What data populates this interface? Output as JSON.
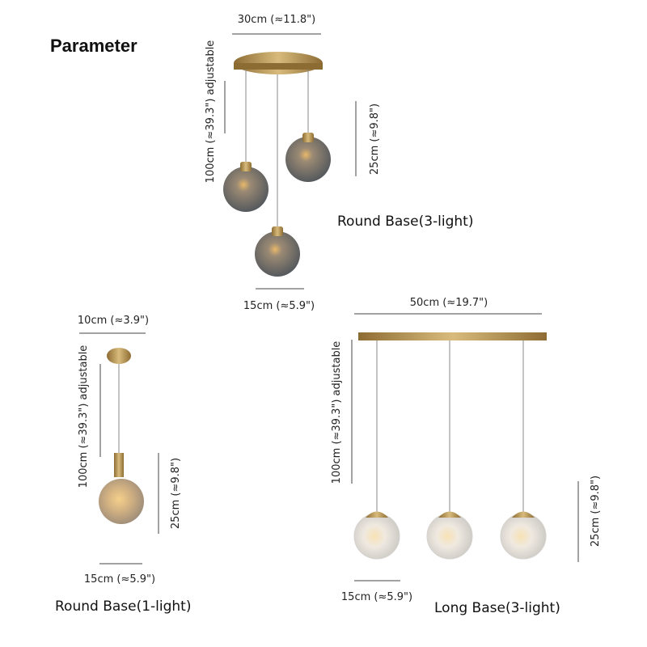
{
  "title": "Parameter",
  "round3": {
    "caption": "Round Base(3-light)",
    "width": "30cm (≈11.8\")",
    "length": "100cm (≈39.3\") adjustable",
    "height": "25cm (≈9.8\")",
    "diameter": "15cm (≈5.9\")"
  },
  "round1": {
    "caption": "Round Base(1-light)",
    "width": "10cm (≈3.9\")",
    "length": "100cm (≈39.3\") adjustable",
    "height": "25cm (≈9.8\")",
    "diameter": "15cm (≈5.9\")"
  },
  "long3": {
    "caption": "Long Base(3-light)",
    "width": "50cm (≈19.7\")",
    "length": "100cm (≈39.3\") adjustable",
    "height": "25cm (≈9.8\")",
    "diameter": "15cm (≈5.9\")"
  },
  "colors": {
    "brass": "#b8954f",
    "smoke_glass": "#6f7275",
    "amber_glass": "#c9a778",
    "clear_glass": "#e6e3de"
  }
}
